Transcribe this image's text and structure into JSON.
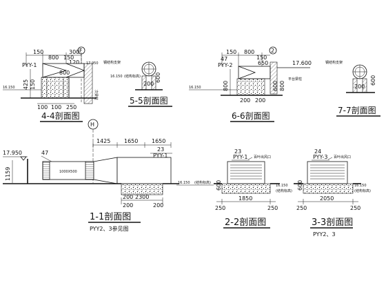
{
  "views": {
    "s44": {
      "title": "4-4剖面图",
      "tag": "PYY-1",
      "axis": "F",
      "dims": [
        "150",
        "800",
        "300",
        "150",
        "120",
        "800",
        "150",
        "425",
        "17.950"
      ],
      "elev": "16.150",
      "elev_note": "(结构标高)",
      "bottom_dims": [
        "100",
        "100",
        "250"
      ],
      "side_note": "次梁柱"
    },
    "s55": {
      "title": "5-5剖面图",
      "note": "钢结构支架",
      "elev": "16.150",
      "elev_note": "(结构标高)",
      "dims": [
        "200",
        "600"
      ]
    },
    "s66": {
      "title": "6-6剖面图",
      "tag": "PYY-2",
      "axis": "2",
      "dims": [
        "150",
        "800",
        "150",
        "650",
        "47",
        "200",
        "600",
        "800",
        "800"
      ],
      "elev": "16.150",
      "elev_note": "(结构标高)",
      "top_elev": "17.600",
      "bottom_dims": [
        "200",
        "200"
      ],
      "side_note": "平台梁柱"
    },
    "s77": {
      "title": "7-7剖面图",
      "note": "钢结构支架",
      "dims": [
        "200",
        "600"
      ]
    },
    "s11": {
      "title": "1-1剖面图",
      "subtitle": "PYY2、3参见图",
      "axis": "H",
      "top_dims": [
        "1425",
        "1650",
        "1650"
      ],
      "tag": "PYY-1",
      "tag_num": "23",
      "duct_label": "1000X500",
      "left_elev": "17.950",
      "left_num": "47",
      "left_dim": "1159",
      "elev": "16.150",
      "elev_note": "(结构标高)",
      "bottom_dims": [
        "200",
        "2300",
        "200"
      ]
    },
    "s22": {
      "title": "2-2剖面图",
      "tag": "PYY-1",
      "tag_num": "23",
      "side_note": "百叶出风口",
      "elev": "16.150",
      "elev_note": "(结构标高)",
      "dims": [
        "600",
        "250",
        "1850",
        "250"
      ]
    },
    "s33": {
      "title": "3-3剖面图",
      "subtitle": "PYY2、3",
      "tag": "PYY-3",
      "tag_num": "24",
      "side_note": "百叶出风口",
      "elev": "16.150",
      "elev_note": "(结构标高)",
      "dims": [
        "600",
        "250",
        "2050",
        "250"
      ]
    }
  }
}
